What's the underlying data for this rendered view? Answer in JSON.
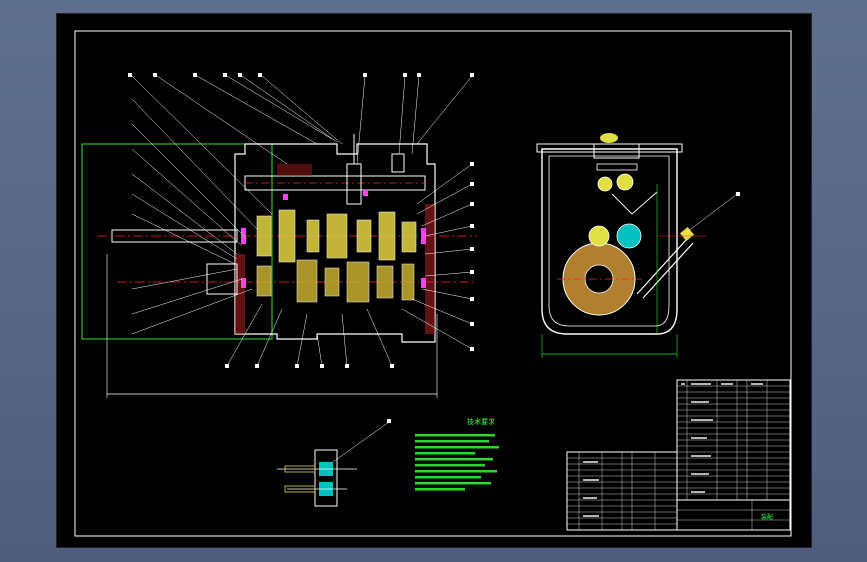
{
  "colors": {
    "background": "#566684",
    "sheet": "#000000",
    "line": "#ffffff",
    "centerline": "#ff2020",
    "section": "#e0e040",
    "notes": "#30ff30",
    "cyan": "#00e0e0",
    "magenta": "#ff40ff",
    "green": "#30e030"
  },
  "notes": {
    "title": "技术要求"
  },
  "title_block": {
    "stamp": "装配"
  },
  "icons": [
    "drawing-sheet",
    "gearbox-section-view",
    "side-view",
    "detail-view",
    "title-block"
  ]
}
